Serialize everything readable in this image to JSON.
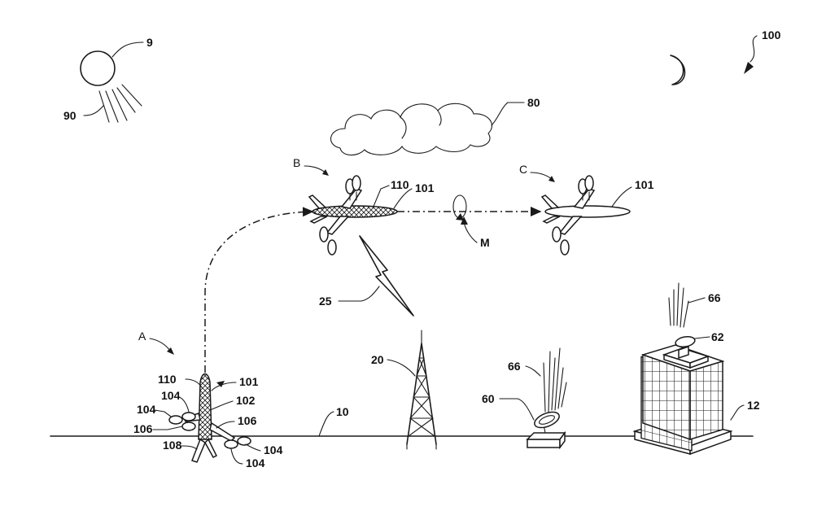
{
  "figure": {
    "ref_100": "100",
    "sun_ref": "9",
    "sun_rays_ref": "90",
    "cloud_ref": "80",
    "ground_ref": "10",
    "tower_ref": "20",
    "signal_ref": "25",
    "dish_ref": "60",
    "dish_signal_ref": "66",
    "building_ref": "12",
    "building_dish_ref": "62",
    "building_signal_ref": "66",
    "maneuver_ref": "M"
  },
  "positions": {
    "a": "A",
    "b": "B",
    "c": "C"
  },
  "aircraft_a": {
    "ref_101": "101",
    "ref_110": "110",
    "ref_102": "102",
    "ref_104_a": "104",
    "ref_104_b": "104",
    "ref_104_c": "104",
    "ref_104_d": "104",
    "ref_106_a": "106",
    "ref_106_b": "106",
    "ref_108": "108"
  },
  "aircraft_b": {
    "ref_101": "101",
    "ref_110": "110"
  },
  "aircraft_c": {
    "ref_101": "101"
  }
}
